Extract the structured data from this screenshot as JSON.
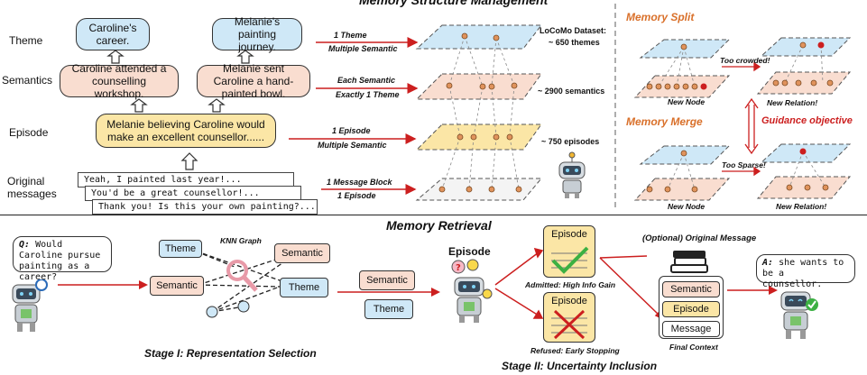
{
  "top": {
    "title": "Memory Structure Management",
    "levels": [
      "Theme",
      "Semantics",
      "Episode",
      "Original messages"
    ],
    "theme_bubbles": [
      "Caroline's career.",
      "Melanie's painting journey."
    ],
    "semantic_bubbles": [
      "Caroline attended a counselling workshop.",
      "Melanie sent Caroline a hand-painted bowl."
    ],
    "episode_bubble": "Melanie believing Caroline would make an excellent counsellor......",
    "messages": [
      "Yeah, I painted last year!...",
      "You'd be a great counsellor!...",
      "Thank you! Is this your own painting?..."
    ],
    "arrow_labels": [
      [
        "1 Theme",
        "Multiple Semantic"
      ],
      [
        "Each Semantic",
        "Exactly 1 Theme"
      ],
      [
        "1 Episode",
        "Multiple Semantic"
      ],
      [
        "1 Message Block",
        "1 Episode"
      ]
    ],
    "stats": [
      "LoCoMo Dataset:",
      "~ 650 themes",
      "~ 2900 semantics",
      "~ 750 episodes"
    ],
    "split_title": "Memory Split",
    "merge_title": "Memory Merge",
    "too_crowded": "Too crowded!",
    "too_sparse": "Too Sparse!",
    "new_node": "New Node",
    "new_relation": "New Relation!",
    "guidance": "Guidance objective"
  },
  "bottom": {
    "title": "Memory Retrieval",
    "query": "Would Caroline pursue painting as a career?",
    "query_prefix": "Q:",
    "knn_label": "KNN Graph",
    "graph_nodes": [
      "Theme",
      "Semantic",
      "Semantic",
      "Theme"
    ],
    "selected": [
      "Semantic",
      "Theme"
    ],
    "episode_label": "Episode",
    "episode_cards": [
      "Episode",
      "Episode"
    ],
    "admitted": "Admitted: High Info Gain",
    "refused": "Refused: Early Stopping",
    "optional": "(Optional) Original Message",
    "context_items": [
      "Semantic",
      "Episode",
      "Message"
    ],
    "final_context": "Final Context",
    "answer_prefix": "A:",
    "answer": "she wants to be a counsellor.",
    "stage1": "Stage I: Representation Selection",
    "stage2": "Stage II: Uncertainty Inclusion"
  },
  "colors": {
    "blue": "#cfe8f7",
    "pink": "#f9ddd0",
    "yellow": "#fbe6a6",
    "red": "#cc1f1f",
    "orange": "#d9702a"
  }
}
